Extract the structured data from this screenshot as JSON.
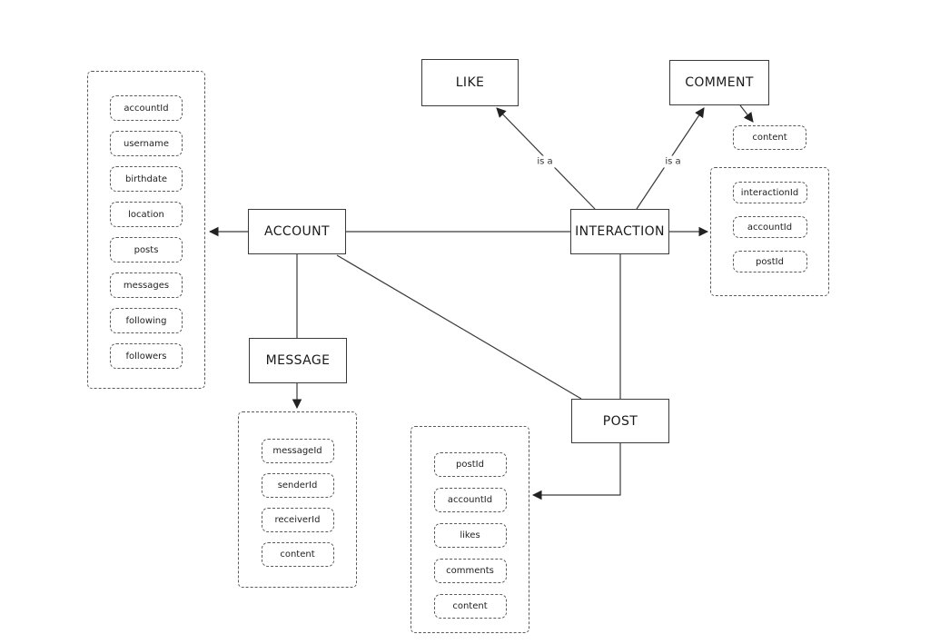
{
  "diagram": {
    "entities": {
      "like": {
        "label": "LIKE"
      },
      "comment": {
        "label": "COMMENT"
      },
      "account": {
        "label": "ACCOUNT"
      },
      "interaction": {
        "label": "INTERACTION"
      },
      "message": {
        "label": "MESSAGE"
      },
      "post": {
        "label": "POST"
      }
    },
    "attributes": {
      "account": [
        "accountId",
        "username",
        "birthdate",
        "location",
        "posts",
        "messages",
        "following",
        "followers"
      ],
      "interaction": [
        "interactionId",
        "accountId",
        "postId"
      ],
      "comment": [
        "content"
      ],
      "message": [
        "messageId",
        "senderId",
        "receiverId",
        "content"
      ],
      "post": [
        "postId",
        "accountId",
        "likes",
        "comments",
        "content"
      ]
    },
    "relationship_labels": {
      "interaction_like": "is a",
      "interaction_comment": "is a"
    },
    "colors": {
      "line": "#3a3a3a",
      "solid_box_border": "#3a3a3a",
      "dashed_border": "#5a5a5a",
      "background": "#ffffff",
      "text": "#1a1a1a"
    }
  }
}
